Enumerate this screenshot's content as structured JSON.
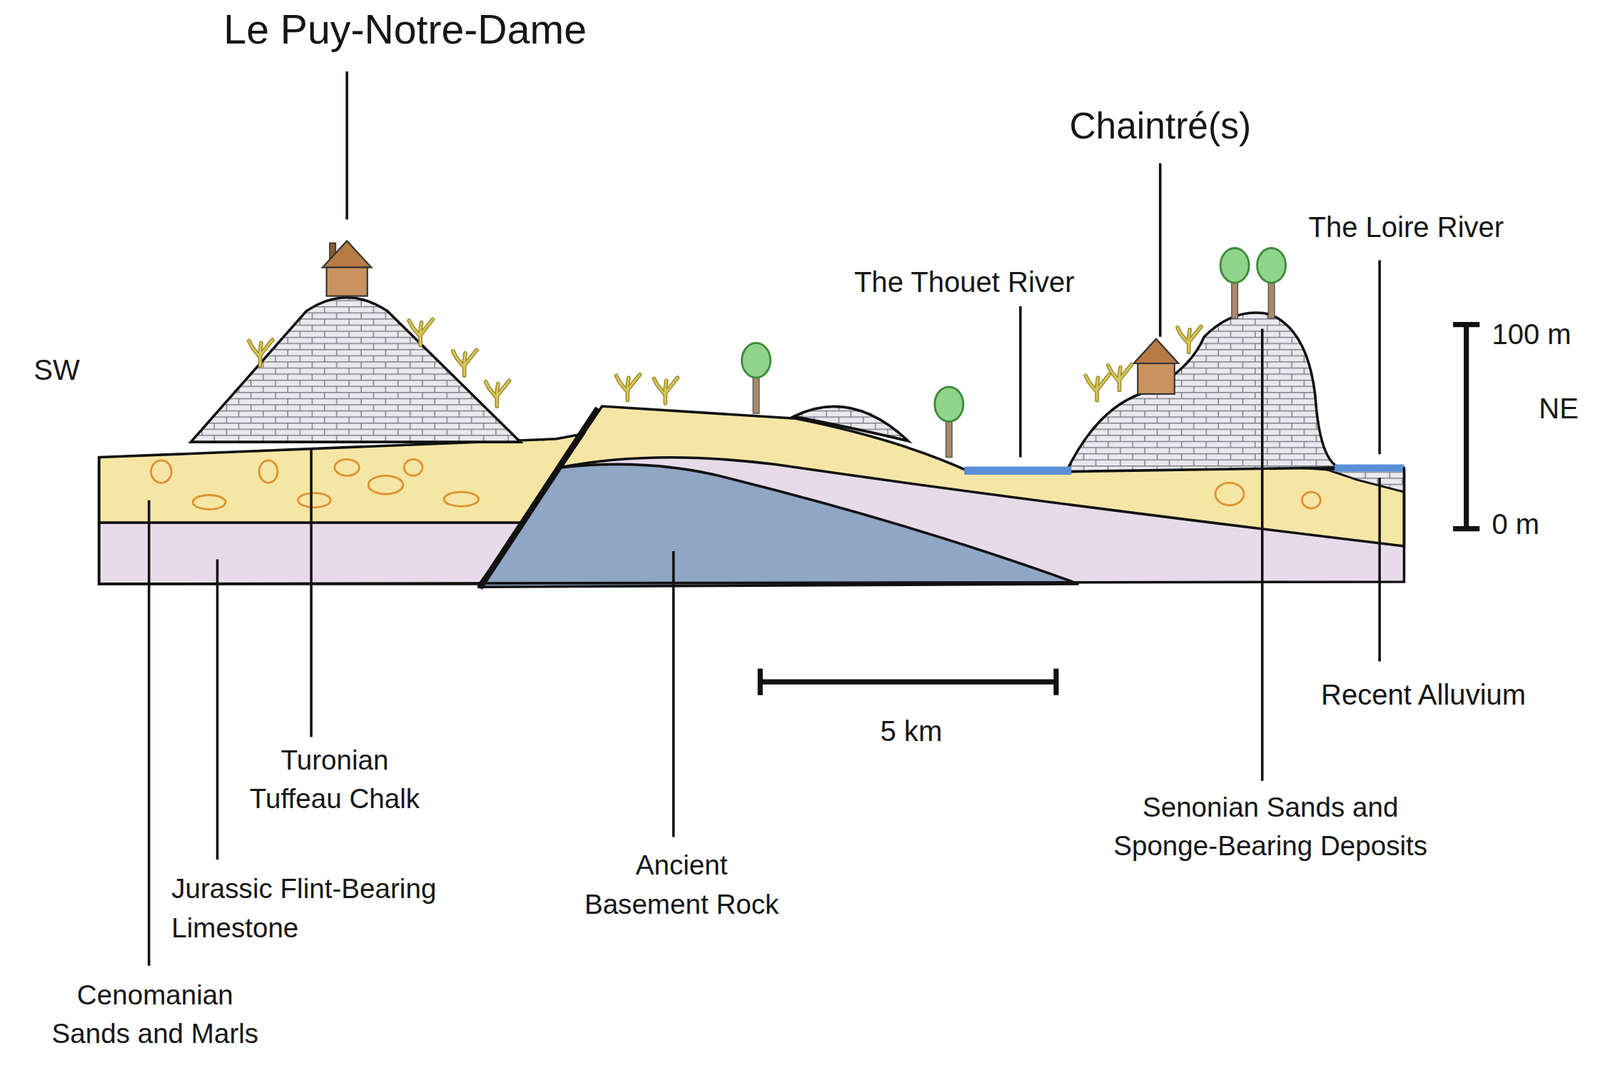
{
  "diagram": {
    "labels": [
      "Le Puy-Notre-Dame",
      "Chaintré(s)",
      "The Loire River",
      "The Thouet River",
      "SW",
      "100 m",
      "NE",
      "0 m",
      "Turonian Tuffeau Chalk",
      "Ancient Basement Rock",
      "5 km",
      "Recent Alluvium",
      "Senonian Sands and Sponge-Bearing Deposits",
      "Jurassic Flint-Bearing Limestone",
      "Cenomanian Sands and Marls"
    ]
  }
}
